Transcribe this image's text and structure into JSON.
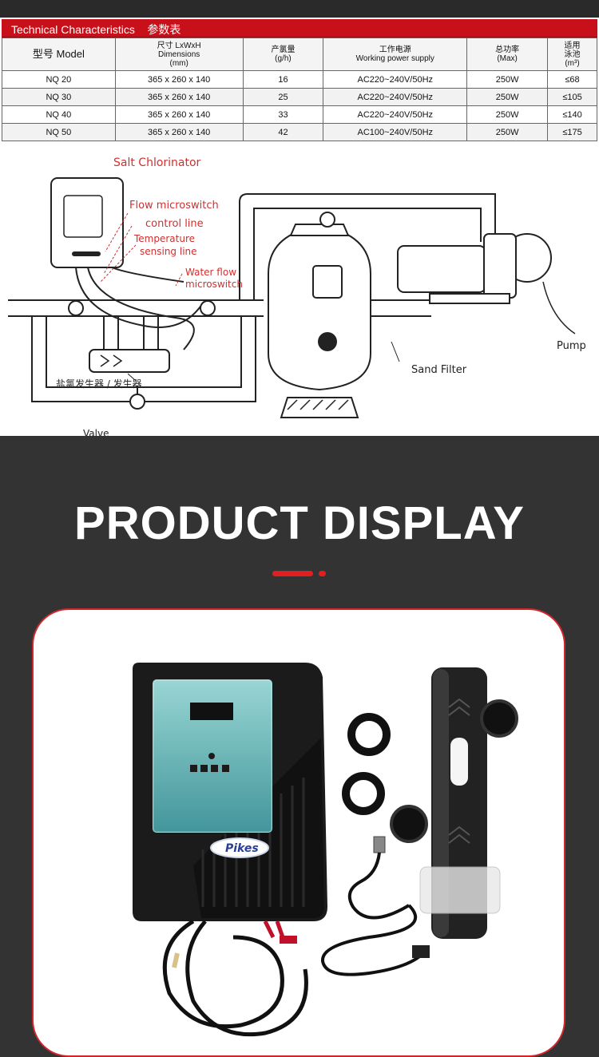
{
  "table": {
    "title": "Technical Characteristics    参数表",
    "headers": {
      "model": "型号 Model",
      "dim_cn": "尺寸 LxWxH",
      "dim_en": "Dimensions",
      "dim_unit": "(mm)",
      "output_cn": "产氯量",
      "output_unit": "(g/h)",
      "power_cn": "工作电源",
      "power_en": "Working power supply",
      "total_cn": "总功率",
      "total_unit": "(Max)",
      "pool_cn1": "适用",
      "pool_cn2": "泳池",
      "pool_unit": "(m³)"
    },
    "rows": [
      {
        "model": "NQ  20",
        "dim": "365 x 260 x 140",
        "output": "16",
        "power": "AC220~240V/50Hz",
        "total": "250W",
        "pool": "≤68"
      },
      {
        "model": "NQ  30",
        "dim": "365 x 260 x 140",
        "output": "25",
        "power": "AC220~240V/50Hz",
        "total": "250W",
        "pool": "≤105"
      },
      {
        "model": "NQ  40",
        "dim": "365 x 260 x 140",
        "output": "33",
        "power": "AC220~240V/50Hz",
        "total": "250W",
        "pool": "≤140"
      },
      {
        "model": "NQ  50",
        "dim": "365 x 260 x 140",
        "output": "42",
        "power": "AC100~240V/50Hz",
        "total": "250W",
        "pool": "≤175"
      }
    ]
  },
  "diagram": {
    "salt_chlorinator": "Salt Chlorinator",
    "flow_microswitch": "Flow microswitch",
    "control_line": "control line",
    "temperature": "Temperature",
    "sensing_line": "sensing line",
    "water_flow": "Water flow",
    "microswitch": "microswitch",
    "generator": "盐氯发生器 / 发生器",
    "valve": "Valve",
    "sand_filter": "Sand Filter",
    "pump": "Pump"
  },
  "display": {
    "title": "PRODUCT DISPLAY",
    "brand": "Pikes"
  },
  "colors": {
    "accent": "#c8101a",
    "dark_bg": "#333333"
  }
}
